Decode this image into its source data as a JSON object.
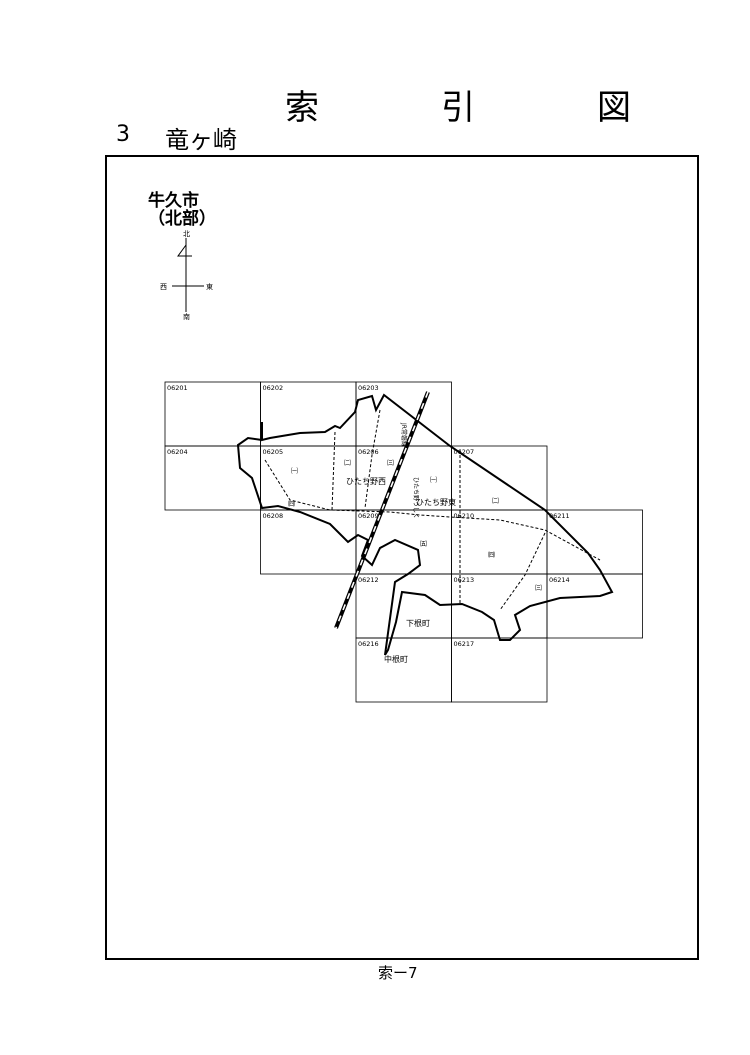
{
  "title": "索　引　図",
  "section": {
    "number": "3",
    "name": "竜ヶ崎"
  },
  "city": {
    "line1": "牛久市",
    "line2": "（北部）"
  },
  "compass": {
    "north": "北",
    "south": "南",
    "east": "東",
    "west": "西"
  },
  "sheets": [
    "06201",
    "06202",
    "06203",
    "06204",
    "06205",
    "06206",
    "06207",
    "06208",
    "06209",
    "06210",
    "06211",
    "06212",
    "06213",
    "06214",
    "06216",
    "06217"
  ],
  "districts": [
    "ひたち野西",
    "ひたち野東",
    "下根町",
    "中根町"
  ],
  "chome": {
    "c1": "㈠",
    "c2": "㈡",
    "c3": "㈢",
    "c4": "㈣",
    "c5": "㈤"
  },
  "rail": {
    "line": "JR常磐線",
    "station": "ひたち野うしく"
  },
  "footer": "索ー7"
}
